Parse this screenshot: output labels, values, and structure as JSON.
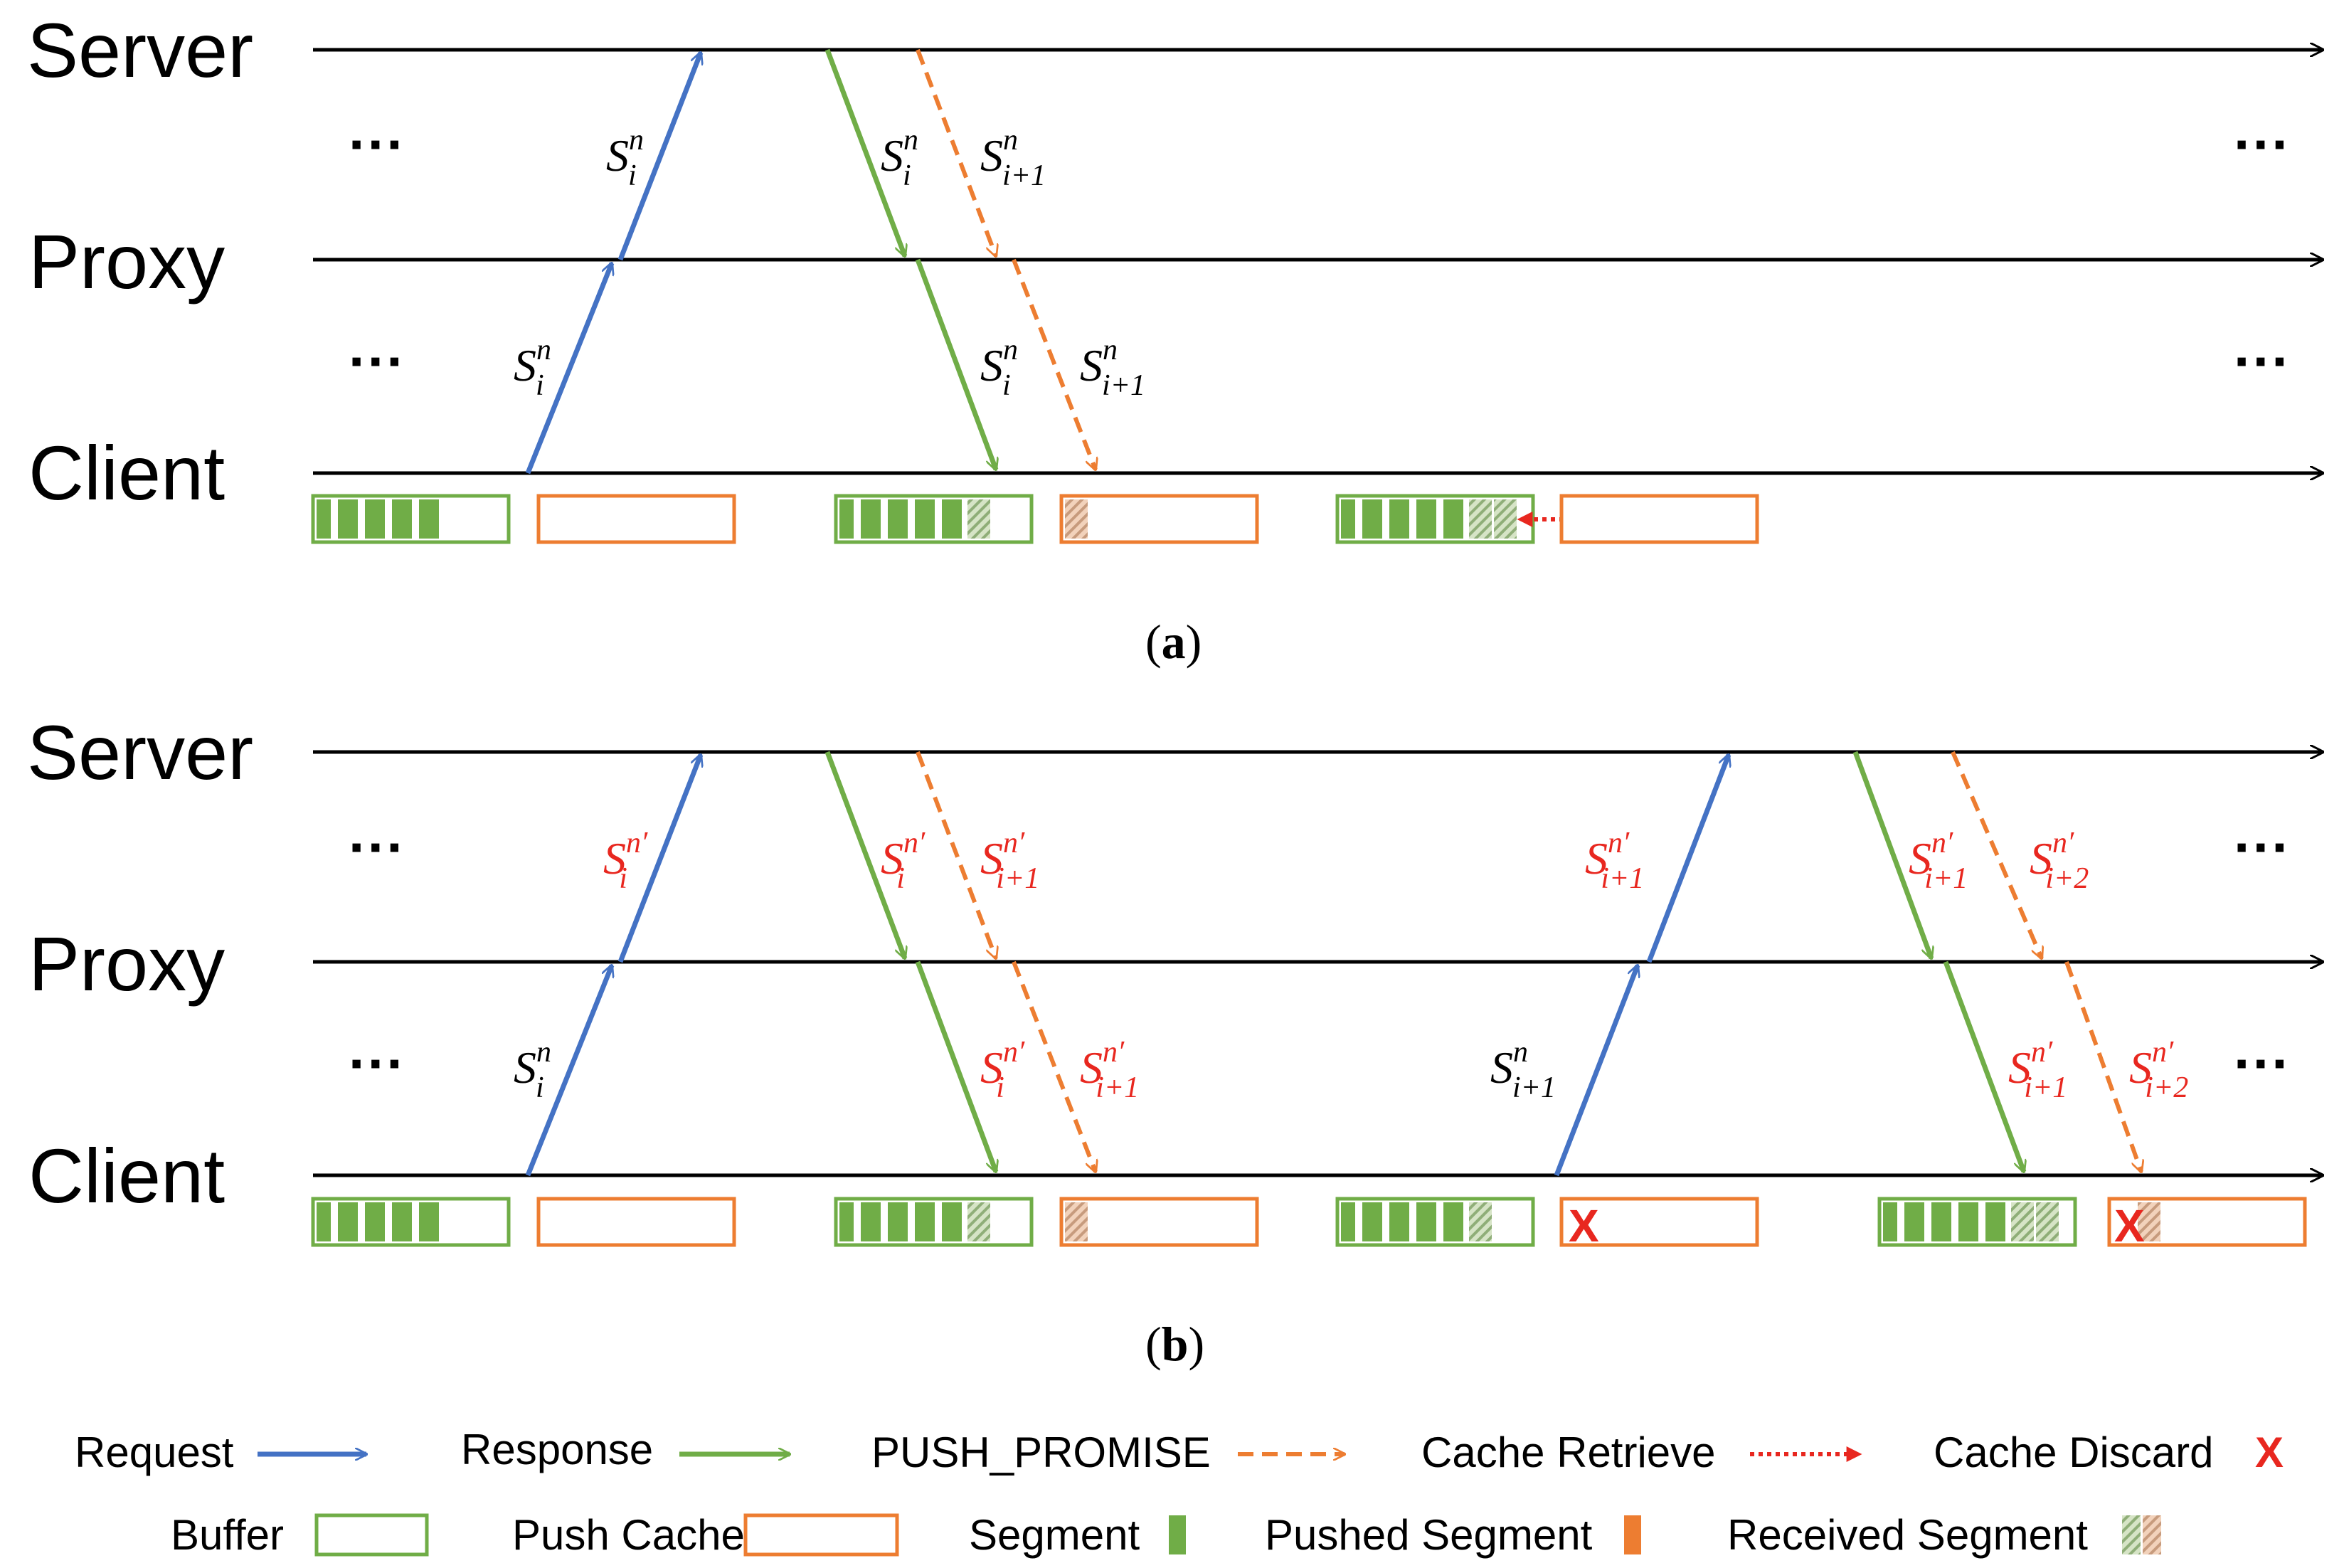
{
  "panels": [
    {
      "caption_open": "(",
      "caption_letter": "a",
      "caption_close": ")",
      "lanes": [
        "Server",
        "Proxy",
        "Client"
      ],
      "ellipsis": "···",
      "labels": {
        "req_server": {
          "base": "S",
          "sub": "i",
          "sup": "n"
        },
        "req_proxy": {
          "base": "S",
          "sub": "i",
          "sup": "n"
        },
        "resp_server": {
          "base": "S",
          "sub": "i",
          "sup": "n"
        },
        "push_server": {
          "base": "S",
          "sub": "i+1",
          "sup": "n"
        },
        "resp_proxy": {
          "base": "S",
          "sub": "i",
          "sup": "n"
        },
        "push_proxy": {
          "base": "S",
          "sub": "i+1",
          "sup": "n"
        }
      }
    },
    {
      "caption_open": "(",
      "caption_letter": "b",
      "caption_close": ")",
      "lanes": [
        "Server",
        "Proxy",
        "Client"
      ],
      "ellipsis": "···",
      "labels": {
        "req1_server": {
          "base": "S",
          "sub": "i",
          "sup": "n′"
        },
        "req1_proxy": {
          "base": "S",
          "sub": "i",
          "sup": "n"
        },
        "resp1_server": {
          "base": "S",
          "sub": "i",
          "sup": "n′"
        },
        "push1_server": {
          "base": "S",
          "sub": "i+1",
          "sup": "n′"
        },
        "resp1_proxy": {
          "base": "S",
          "sub": "i",
          "sup": "n′"
        },
        "push1_proxy": {
          "base": "S",
          "sub": "i+1",
          "sup": "n′"
        },
        "req2_server": {
          "base": "S",
          "sub": "i+1",
          "sup": "n′"
        },
        "req2_proxy": {
          "base": "S",
          "sub": "i+1",
          "sup": "n"
        },
        "resp2_server": {
          "base": "S",
          "sub": "i+1",
          "sup": "n′"
        },
        "push2_server": {
          "base": "S",
          "sub": "i+2",
          "sup": "n′"
        },
        "resp2_proxy": {
          "base": "S",
          "sub": "i+1",
          "sup": "n′"
        },
        "push2_proxy": {
          "base": "S",
          "sub": "i+2",
          "sup": "n′"
        }
      },
      "discard_mark": "X"
    }
  ],
  "legend": {
    "request": "Request",
    "response": "Response",
    "push_promise": "PUSH_PROMISE",
    "cache_retrieve": "Cache Retrieve",
    "cache_discard": "Cache Discard",
    "cache_discard_mark": "X",
    "buffer": "Buffer",
    "push_cache": "Push Cache",
    "segment": "Segment",
    "pushed_segment": "Pushed Segment",
    "received_segment": "Received Segment"
  },
  "colors": {
    "request": "#4472c4",
    "response": "#70ad47",
    "push": "#ed7d31",
    "discard": "#e8271f",
    "line": "#000000"
  }
}
